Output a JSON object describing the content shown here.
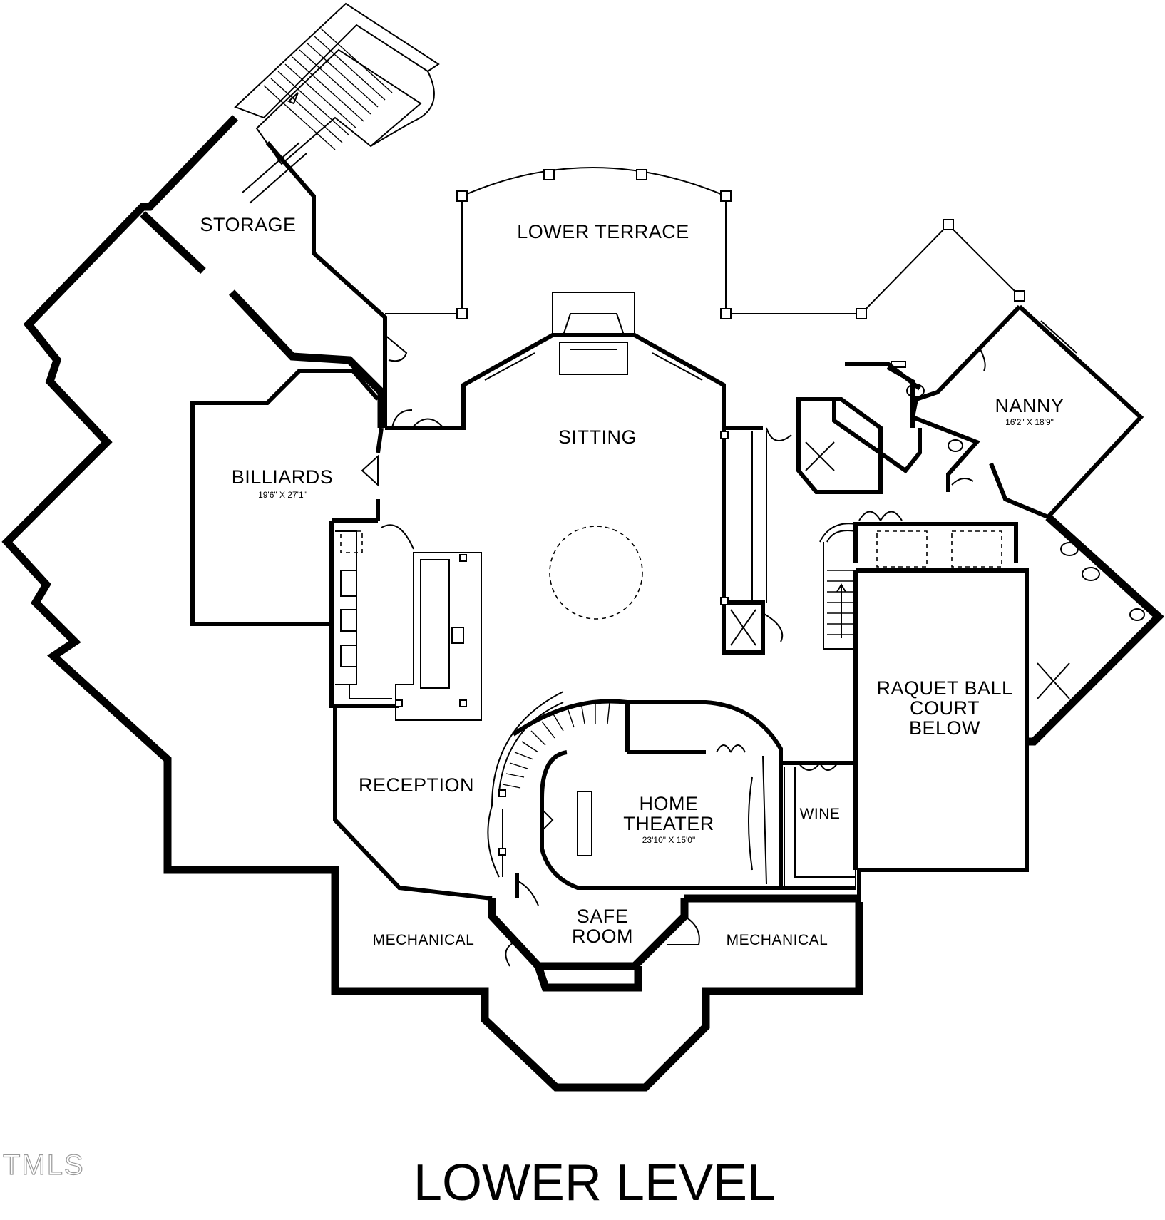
{
  "plan": {
    "title": "LOWER LEVEL",
    "watermark": "TMLS",
    "rooms": {
      "storage": {
        "label": "STORAGE"
      },
      "lower_terrace": {
        "label": "LOWER TERRACE"
      },
      "sitting": {
        "label": "SITTING"
      },
      "billiards": {
        "label": "BILLIARDS",
        "dimensions": "19'6\" X 27'1\""
      },
      "nanny": {
        "label": "NANNY",
        "dimensions": "16'2\" X 18'9\""
      },
      "raquet_ball": {
        "line1": "RAQUET BALL",
        "line2": "COURT",
        "line3": "BELOW"
      },
      "reception": {
        "label": "RECEPTION"
      },
      "home_theater": {
        "line1": "HOME",
        "line2": "THEATER",
        "dimensions": "23'10\" X 15'0\""
      },
      "wine": {
        "label": "WINE"
      },
      "safe_room": {
        "line1": "SAFE",
        "line2": "ROOM"
      },
      "mechanical_left": {
        "label": "MECHANICAL"
      },
      "mechanical_right": {
        "label": "MECHANICAL"
      }
    }
  }
}
